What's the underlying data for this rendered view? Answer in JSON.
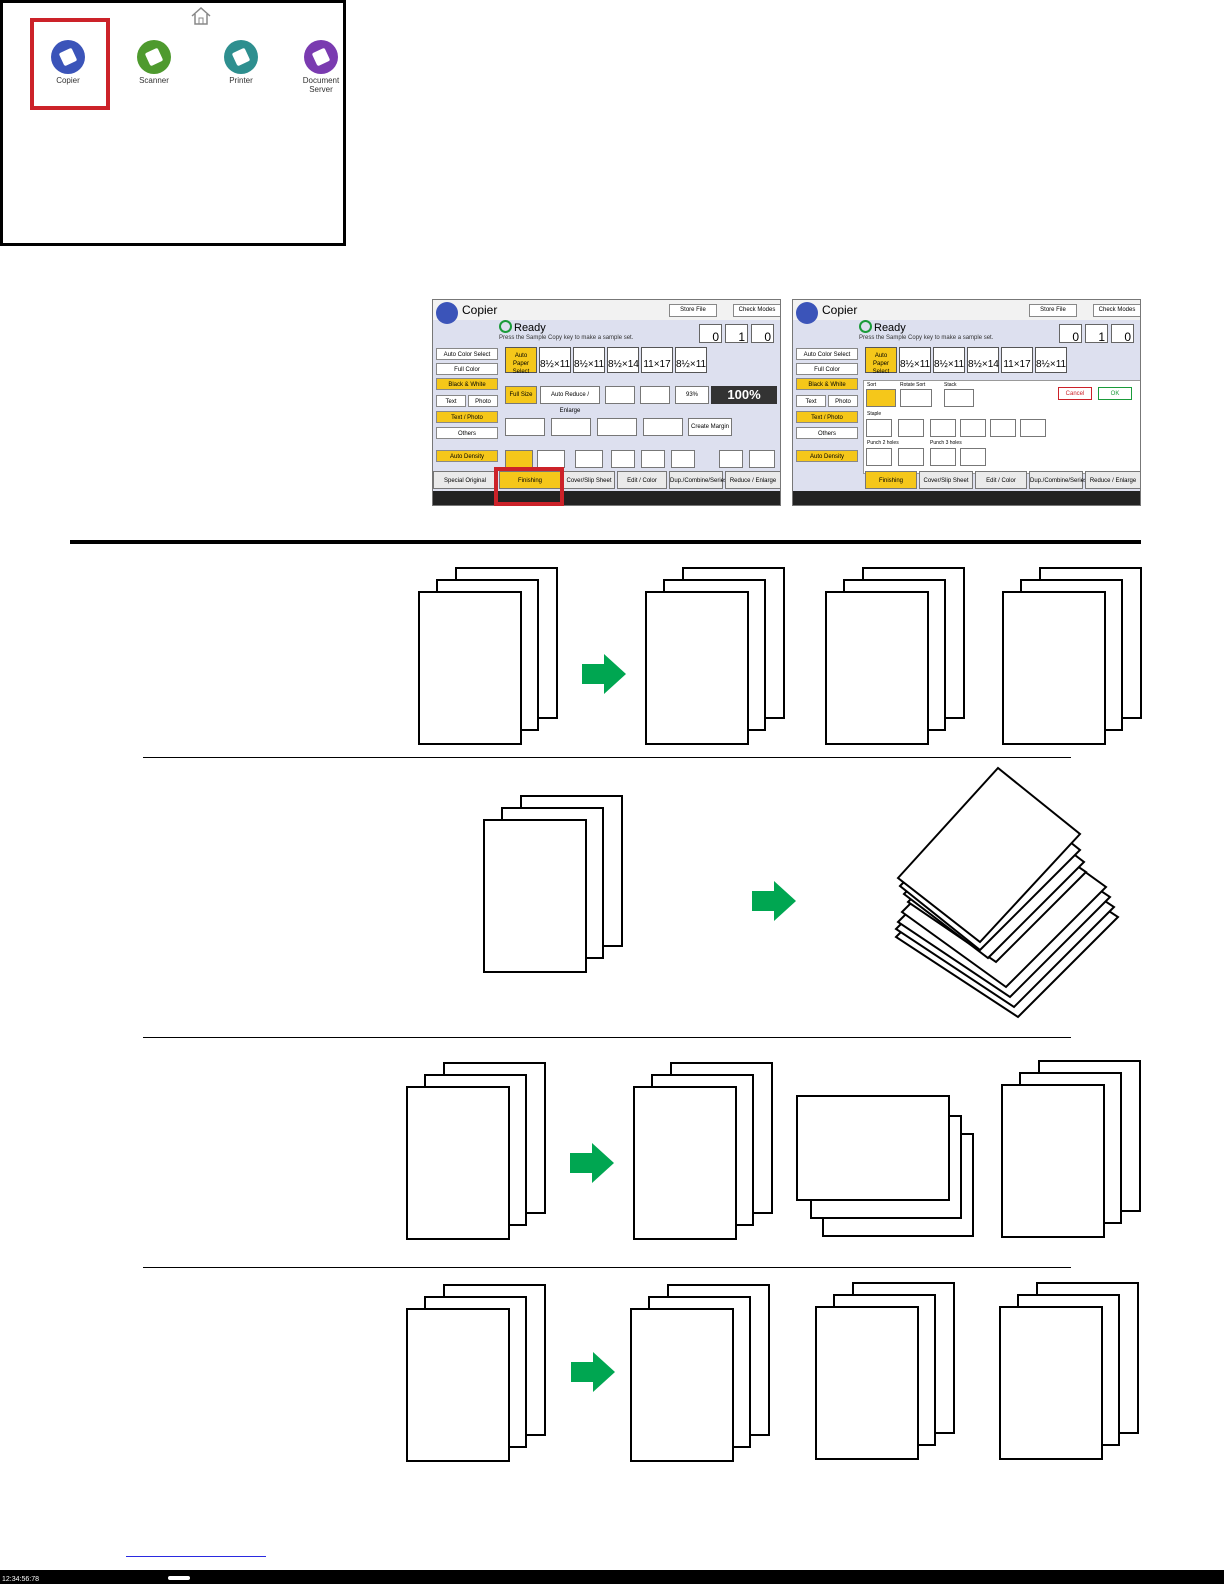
{
  "home_screen": {
    "icon": "home-icon",
    "apps": [
      {
        "label": "Copier",
        "color": "#3b54b9"
      },
      {
        "label": "Scanner",
        "color": "#4e9a2e"
      },
      {
        "label": "Printer",
        "color": "#2e8f8f"
      },
      {
        "label": "Document Server",
        "color": "#7a3bb0"
      }
    ],
    "clock": "12:34:56:78"
  },
  "copier_screen_1": {
    "title": "Copier",
    "status": "Ready",
    "status_sub": "Press the Sample Copy key to make a sample set.",
    "top_buttons": [
      "Store File",
      "Check Modes"
    ],
    "counters": [
      "0",
      "1",
      "0"
    ],
    "left_buttons": [
      "Auto Color Select",
      "Full Color",
      "Black & White",
      "Text",
      "Photo",
      "Text / Photo",
      "Others"
    ],
    "auto_density": "Auto Density",
    "paper": [
      "Auto Paper Select",
      "8½×11",
      "8½×11",
      "8½×14",
      "11×17",
      "8½×11"
    ],
    "reduce_enlarge": [
      "Full Size",
      "Auto Reduce / Enlarge",
      "93%"
    ],
    "ratio": "100%",
    "combine": "Create Margin",
    "footer": [
      "Special Original",
      "Finishing",
      "Cover/Slip Sheet",
      "Edit / Color",
      "Dup./Combine/Series",
      "Reduce / Enlarge"
    ]
  },
  "copier_screen_2": {
    "title": "Copier",
    "status": "Ready",
    "status_sub": "Press the Sample Copy key to make a sample set.",
    "top_buttons": [
      "Store File",
      "Check Modes"
    ],
    "counters": [
      "0",
      "1",
      "0"
    ],
    "left_buttons": [
      "Auto Color Select",
      "Full Color",
      "Black & White",
      "Text",
      "Photo",
      "Text / Photo",
      "Others"
    ],
    "auto_density": "Auto Density",
    "paper": [
      "Auto Paper Select",
      "8½×11",
      "8½×11",
      "8½×14",
      "11×17",
      "8½×11"
    ],
    "panel_buttons": [
      "Cancel",
      "OK"
    ],
    "panel_labels": [
      "Sort",
      "Rotate Sort",
      "Stack",
      "Staple",
      "Punch 2 holes",
      "Punch 3 holes"
    ],
    "footer": [
      "Finishing",
      "Cover/Slip Sheet",
      "Edit / Color",
      "Dup./Combine/Series",
      "Reduce / Enlarge"
    ]
  },
  "colors": {
    "highlight": "#cc2229",
    "arrow": "#00a651",
    "yellow": "#f5c71a"
  }
}
